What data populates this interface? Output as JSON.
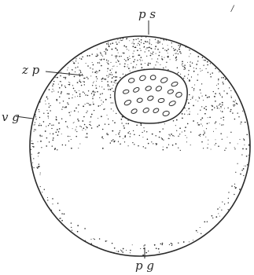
{
  "labels": {
    "ps": "p s",
    "zp": "z p",
    "vg": "v g",
    "pg": "p g",
    "corner_mark": "/"
  },
  "colors": {
    "ink": "#2a2a2a",
    "paper": "#ffffff"
  }
}
